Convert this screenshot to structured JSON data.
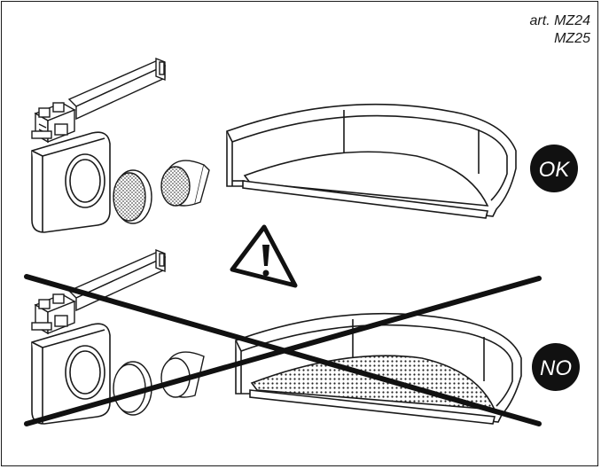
{
  "header": {
    "article_line1": "art. MZ24",
    "article_line2": "MZ25"
  },
  "correct_example": {
    "badge": "OK"
  },
  "wrong_example": {
    "badge": "NO"
  },
  "colors": {
    "ink": "#1a1a1a",
    "badge_fill": "#111111",
    "filter_fill": "#d9d9d9"
  },
  "icons": {
    "warning": "warning-triangle-icon"
  }
}
